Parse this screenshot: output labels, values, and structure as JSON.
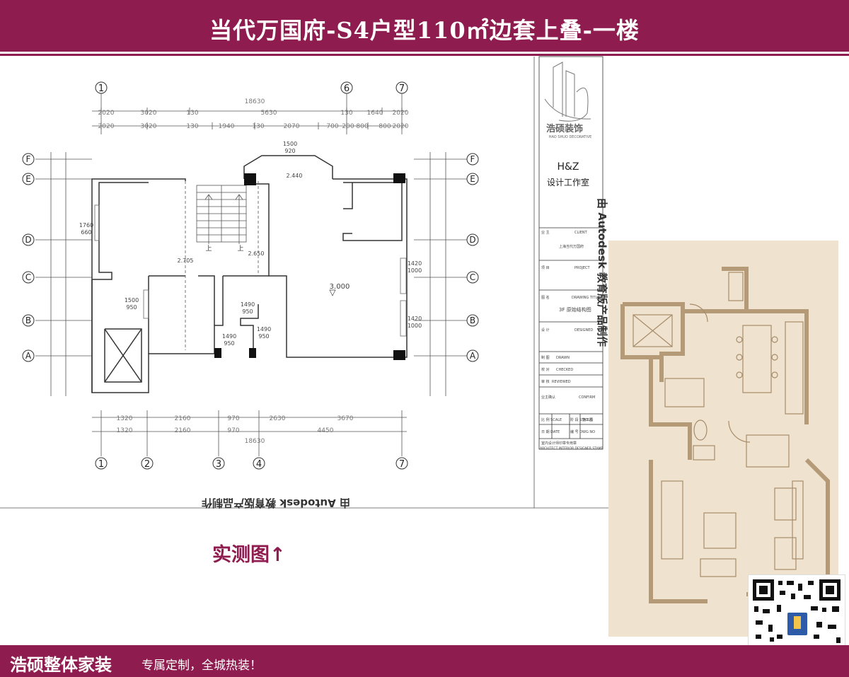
{
  "header": {
    "title": "当代万国府-S4户型110㎡边套上叠-一楼"
  },
  "caption": "实测图↑",
  "footer": {
    "brand": "浩硕整体家装",
    "slogan": "专属定制，全城热装！"
  },
  "drawing": {
    "axes_top": [
      "1",
      "6",
      "7"
    ],
    "axes_bottom": [
      "1",
      "2",
      "3",
      "4",
      "7"
    ],
    "axes_side": [
      "F",
      "E",
      "D",
      "C",
      "B",
      "A"
    ],
    "dim_top_total": "18630",
    "dim_top_row1": [
      "2020",
      "3020",
      "130",
      "5630",
      "130",
      "1640",
      "2020"
    ],
    "dim_top_row2": [
      "2020",
      "3020",
      "130",
      "1940",
      "130",
      "2070",
      "700",
      "200",
      "800",
      "800",
      "2020"
    ],
    "dim_bottom_row1": [
      "1320",
      "2160",
      "970",
      "2630",
      "3670"
    ],
    "dim_bottom_row2": [
      "1320",
      "2160",
      "970",
      "4450"
    ],
    "dim_bottom_total": "18630",
    "openings": [
      {
        "w": "1500",
        "h": "920"
      },
      {
        "w": "1760",
        "h": "660"
      },
      {
        "w": "1420",
        "h": "1000"
      },
      {
        "w": "1420",
        "h": "1000"
      },
      {
        "w": "1500",
        "h": "950"
      },
      {
        "w": "1490",
        "h": "950"
      },
      {
        "w": "1490",
        "h": "950"
      },
      {
        "w": "1490",
        "h": "950"
      }
    ],
    "elevations": [
      "2.440",
      "2.705",
      "2.650",
      "3.000"
    ],
    "stair_labels": [
      "上",
      "上"
    ],
    "watermark": "由 Autodesk 教育版产品制作"
  },
  "titleblock": {
    "logo_cn": "浩硕装饰",
    "logo_en": "HAO SHUO DECORATIVE",
    "studio_code": "H&Z",
    "studio_name": "设计工作室",
    "rows": [
      {
        "label": "业 主",
        "value": "CLIENT"
      },
      {
        "label": "",
        "value": "上海当代万国府"
      },
      {
        "label": "项 目",
        "value": "PROJECT"
      },
      {
        "label": "图 名",
        "value": "DRAWING TITLE"
      },
      {
        "label": "",
        "value": "3F 原始结构图"
      },
      {
        "label": "设 计",
        "value": "DESIGNED"
      },
      {
        "label": "制 图",
        "value": "DRAWN"
      },
      {
        "label": "校 对",
        "value": "CHECKED"
      },
      {
        "label": "审 核",
        "value": "REVIEWED"
      },
      {
        "label": "业主确认",
        "value": "CONFIRM"
      }
    ],
    "scale_label": "比 例 SCALE",
    "status_label": "阶 段 STATUS",
    "status_value": "施工图",
    "date_label": "日 期 DATE",
    "dwg_label": "编 号 DWG NO",
    "stamp_cn": "室内设计师印章专用章",
    "stamp_en": "ARCHITECT INTERIOR DESIGNER STAMP"
  },
  "colors": {
    "brand": "#8e1c4f",
    "paper": "#efe2cf"
  }
}
